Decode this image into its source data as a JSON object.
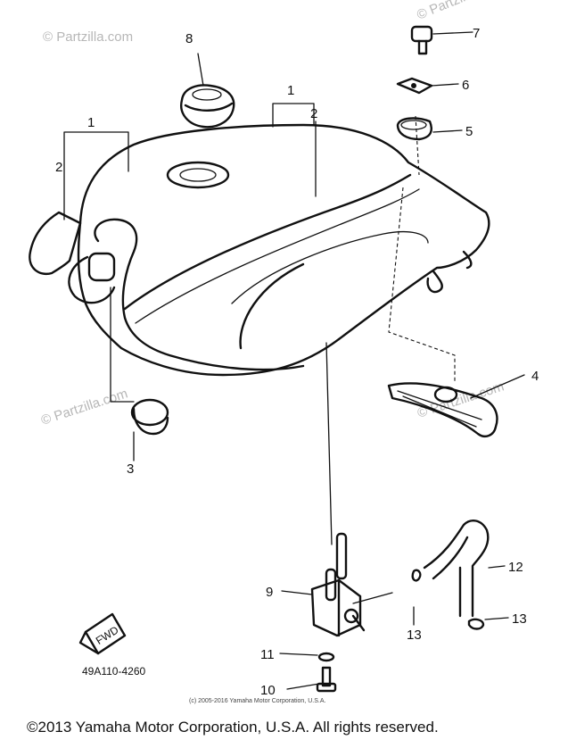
{
  "watermarks": {
    "top_left": "© Partzilla.com",
    "top_right": "© Partzilla.com",
    "mid_left": "© Partzilla.com",
    "mid_right": "© Partzilla.com"
  },
  "callouts": {
    "c1_left": "1",
    "c2_left": "2",
    "c1_top": "1",
    "c2_top": "2",
    "c3": "3",
    "c4": "4",
    "c5": "5",
    "c6": "6",
    "c7": "7",
    "c8": "8",
    "c9": "9",
    "c10": "10",
    "c11": "11",
    "c12": "12",
    "c13_a": "13",
    "c13_b": "13"
  },
  "fwd_badge": "FWD",
  "diagram_code": "49A110-4260",
  "small_copyright": "(c) 2005-2016 Yamaha Motor Corporation, U.S.A.",
  "footer_copyright": "©2013 Yamaha Motor Corporation, U.S.A. All rights reserved."
}
